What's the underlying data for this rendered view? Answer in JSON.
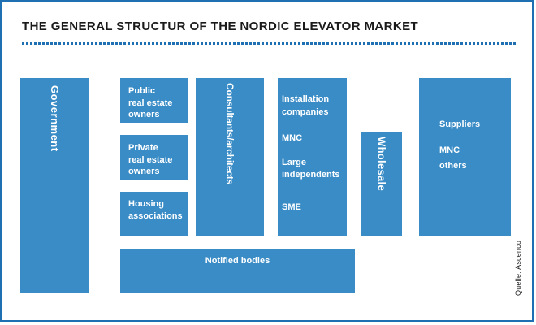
{
  "title": "THE GENERAL STRUCTUR OF THE NORDIC ELEVATOR MARKET",
  "source": "Quelle: Ascenco",
  "colors": {
    "box_blue": "#3A8CC6",
    "accent_blue": "#1E70B2",
    "title_color": "#1A1A1A"
  },
  "diagram": {
    "government": {
      "label": "Government"
    },
    "public_owners": {
      "lines": [
        "Public",
        "real estate",
        "owners"
      ]
    },
    "private_owners": {
      "lines": [
        "Private",
        "real estate",
        "owners"
      ]
    },
    "housing_associations": {
      "lines": [
        "Housing",
        "associations"
      ]
    },
    "consultants": {
      "label": "Consultants/architects"
    },
    "installation": {
      "title_lines": [
        "Installation",
        "companies"
      ],
      "items": [
        "MNC",
        "Large independents",
        "SME"
      ]
    },
    "wholesale": {
      "label": "Wholesale"
    },
    "suppliers": {
      "title": "Suppliers",
      "items": [
        "MNC",
        "others"
      ]
    },
    "notified_bodies": {
      "label": "Notified bodies"
    }
  }
}
